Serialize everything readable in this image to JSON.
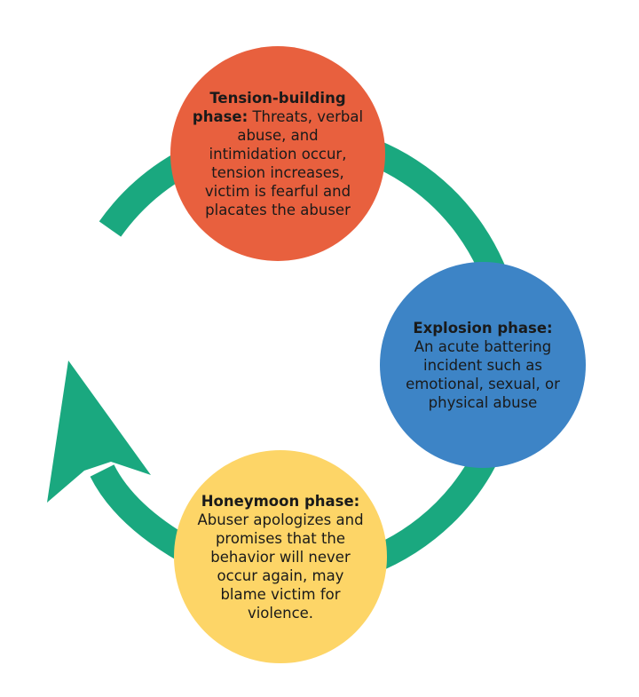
{
  "phases": {
    "tension": {
      "title": "Tension-building phase:",
      "text": "Threats, verbal abuse, and intimidation occur, tension increases, victim is fearful and placates the abuser"
    },
    "explosion": {
      "title": "Explosion phase:",
      "text": "An acute battering incident such as emotional, sexual, or physical abuse"
    },
    "honeymoon": {
      "title": "Honeymoon phase:",
      "text": "Abuser apologizes and promises that the behavior will never occur again, may blame victim for violence."
    }
  },
  "colors": {
    "arrow": "#1aa87f",
    "tension": "#e8603e",
    "explosion": "#3d84c6",
    "honeymoon": "#fdd567"
  }
}
